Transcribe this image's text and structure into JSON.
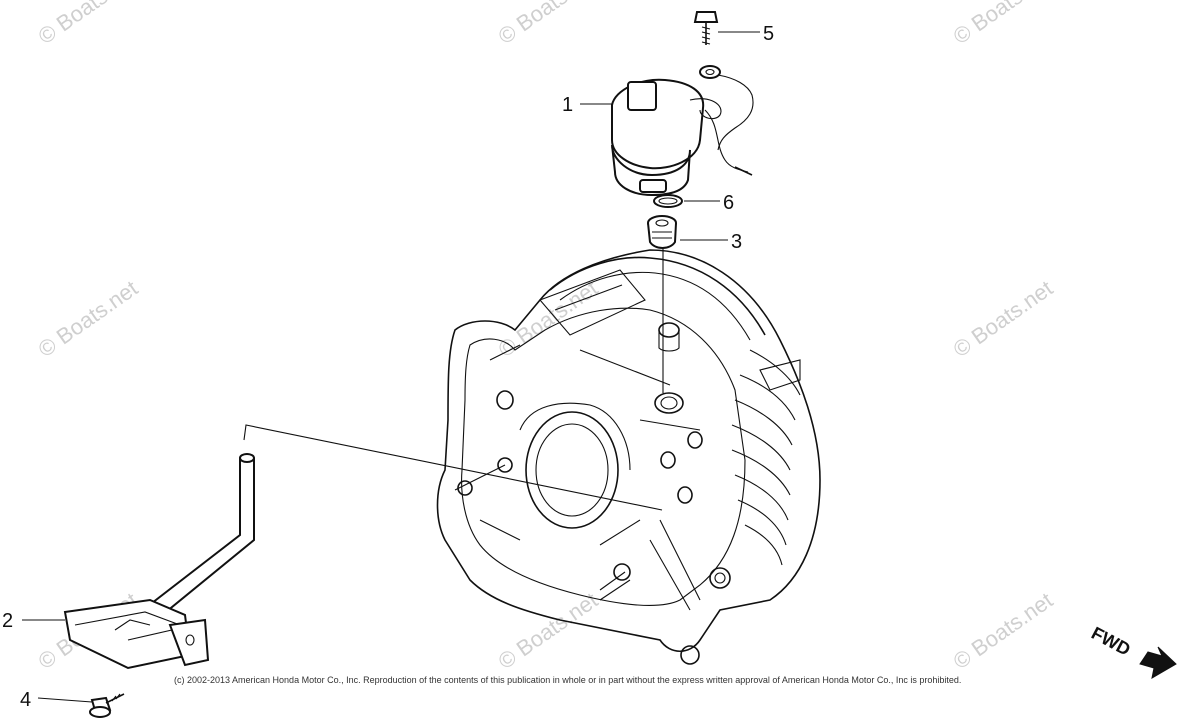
{
  "watermark": "© Boats.net",
  "callouts": {
    "c1": "1",
    "c2": "2",
    "c3": "3",
    "c4": "4",
    "c5": "5",
    "c6": "6"
  },
  "fwd_label": "FWD",
  "copyright": "(c) 2002-2013 American Honda Motor Co., Inc. Reproduction of the contents of this publication in whole or in part without the express written approval of American Honda Motor Co., Inc is prohibited."
}
